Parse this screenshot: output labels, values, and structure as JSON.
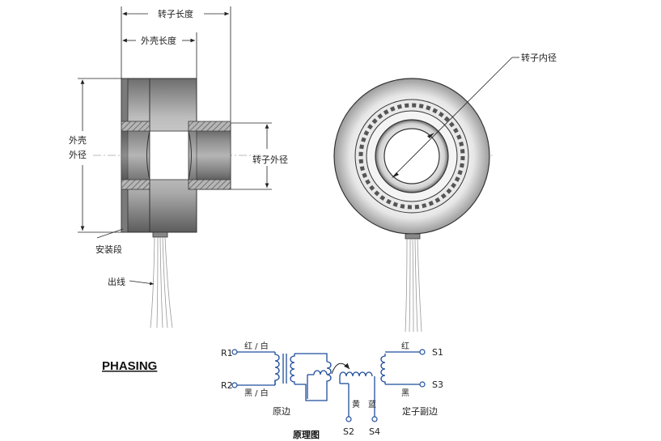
{
  "side_view": {
    "rotor_length": "转子长度",
    "housing_length": "外壳长度",
    "housing_od_line1": "外壳",
    "housing_od_line2": "外径",
    "rotor_od": "转子外径",
    "mounting_section": "安装段",
    "lead_wires": "出线"
  },
  "front_view": {
    "rotor_id": "转子内径"
  },
  "schematic": {
    "phasing": "PHASING",
    "r1": "R1",
    "r2": "R2",
    "s1": "S1",
    "s2": "S2",
    "s3": "S3",
    "s4": "S4",
    "red_white": "红 / 白",
    "black_white": "黑 / 白",
    "red": "红",
    "black": "黑",
    "yellow": "黄",
    "blue": "蓝",
    "primary": "原边",
    "stator_secondary": "定子副边",
    "title": "原理图"
  },
  "colors": {
    "ink": "#222222",
    "housing_gray": "#8a8a8a",
    "housing_light": "#bdbdbd",
    "hatch_fill": "#9a9a9a",
    "schematic_blue": "#1f4e9c"
  }
}
